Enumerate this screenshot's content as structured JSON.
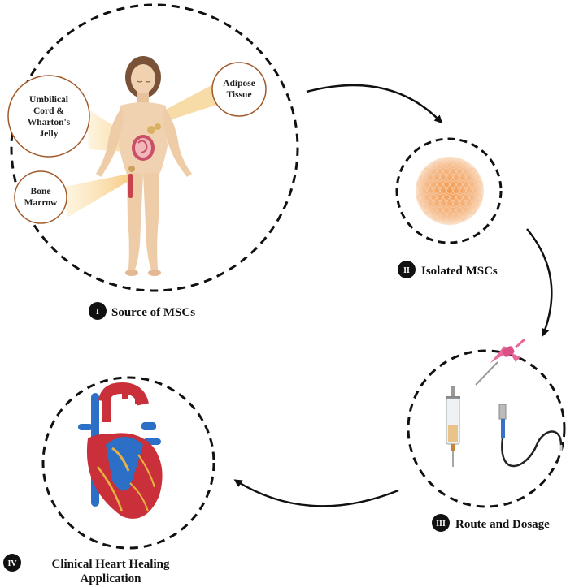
{
  "steps": [
    {
      "numeral": "I",
      "label": "Source of MSCs"
    },
    {
      "numeral": "II",
      "label": "Isolated MSCs"
    },
    {
      "numeral": "III",
      "label": "Route and Dosage"
    },
    {
      "numeral": "IV",
      "label_line1": "Clinical Heart Healing",
      "label_line2": "Application"
    }
  ],
  "sources": {
    "umbilical": {
      "line1": "Umbilical",
      "line2": "Cord &",
      "line3": "Wharton's",
      "line4": "Jelly"
    },
    "adipose": {
      "line1": "Adipose",
      "line2": "Tissue"
    },
    "bone_marrow": {
      "line1": "Bone",
      "line2": "Marrow"
    }
  },
  "colors": {
    "skin": "#f1d2b0",
    "cells": "#f0a25a",
    "heart_red": "#c9303a",
    "vessel_blue": "#2c6fc7",
    "catheter_pink": "#e86a9a"
  }
}
